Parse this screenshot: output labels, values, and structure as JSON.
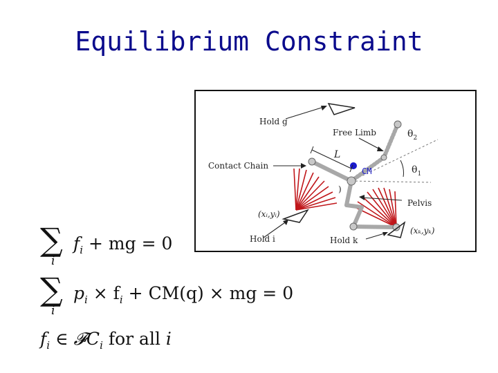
{
  "title": "Equilibrium Constraint",
  "diagram": {
    "labels": {
      "hold_g": "Hold g",
      "free_limb": "Free Limb",
      "theta2": "θ",
      "theta2_sub": "2",
      "length": "L",
      "contact_chain": "Contact Chain",
      "cm": "CM",
      "theta1": "θ",
      "theta1_sub": "1",
      "pelvis": "Pelvis",
      "xi_yi": "(xᵢ,yᵢ)",
      "xk_yk": "(xₖ,yₖ)",
      "hold_i": "Hold i",
      "hold_k": "Hold k",
      "paren": ")"
    }
  },
  "equations": {
    "eq1": {
      "sigma": "∑",
      "sub": "i",
      "body": "f",
      "body_sub": "i",
      "rest": " + mg = 0"
    },
    "eq2": {
      "sigma": "∑",
      "sub": "i",
      "body": "p",
      "body_sub": "i",
      "rest": " × f",
      "rest_sub": "i",
      "tail": " + CM(q) × mg = 0"
    },
    "eq3": {
      "f": "f",
      "f_sub": "i",
      "in": " ∈ ",
      "fc": "𝓕C",
      "fc_sub": "i",
      "tail": " for all ",
      "i": "i"
    }
  }
}
